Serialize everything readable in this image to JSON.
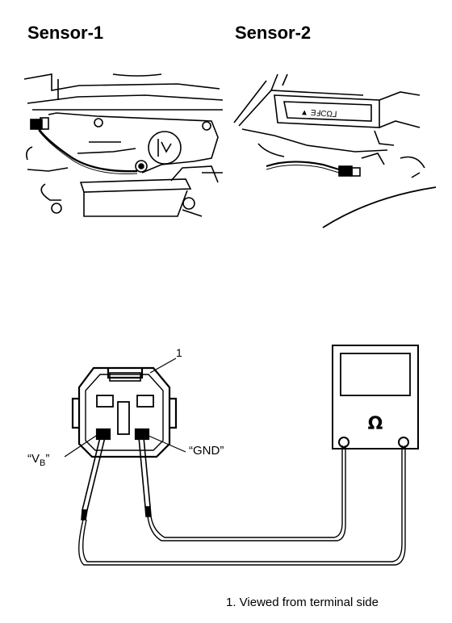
{
  "titles": {
    "sensor1": "Sensor-1",
    "sensor2": "Sensor-2"
  },
  "callout": "1",
  "labels": {
    "vb_open": "“V",
    "vb_sub": "B",
    "vb_close": "”",
    "gnd": "“GND”"
  },
  "meter_symbol": "Ω",
  "caption": "1.  Viewed from terminal side"
}
